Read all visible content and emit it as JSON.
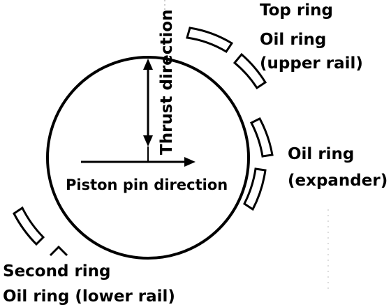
{
  "labels": {
    "top_ring": "Top ring",
    "oil_ring_upper_line1": "Oil ring",
    "oil_ring_upper_line2": "(upper rail)",
    "oil_ring_expander_line1": "Oil ring",
    "oil_ring_expander_line2": "(expander)",
    "second_ring": "Second ring",
    "oil_ring_lower": "Oil ring (lower rail)",
    "thrust_direction": "Thrust direction",
    "piston_pin_direction": "Piston pin direction"
  },
  "colors": {
    "ink": "#000000",
    "background": "#ffffff"
  }
}
